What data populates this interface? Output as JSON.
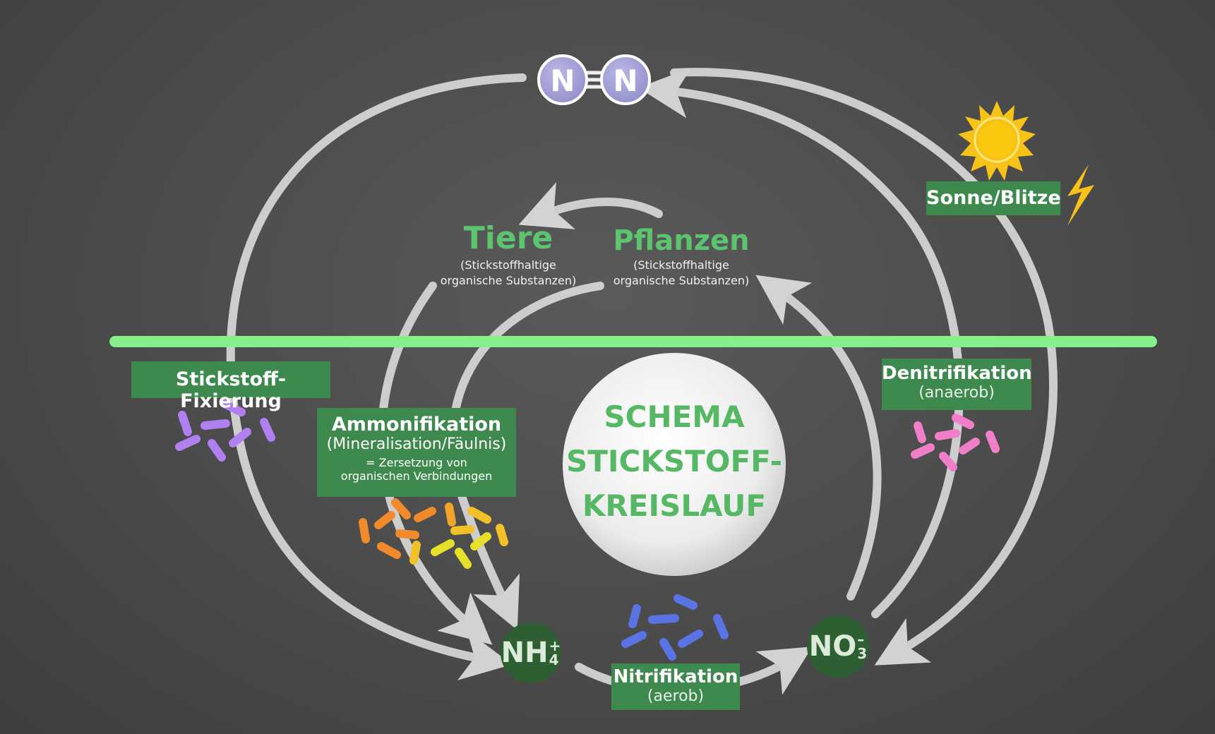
{
  "title": {
    "line1": "SCHEMA",
    "line2": "STICKSTOFF-",
    "line3": "KREISLAUF"
  },
  "n2": {
    "atom1": "N",
    "atom2": "N"
  },
  "organisms": {
    "animals": {
      "name": "Tiere",
      "desc1": "(Stickstoffhaltige",
      "desc2": "organische Substanzen)"
    },
    "plants": {
      "name": "Pflanzen",
      "desc1": "(Stickstoffhaltige",
      "desc2": "organische Substanzen)"
    }
  },
  "processes": {
    "fixation": {
      "title": "Stickstoff-Fixierung"
    },
    "ammonification": {
      "title": "Ammonifikation",
      "subtitle": "(Mineralisation/Fäulnis)",
      "note1": "= Zersetzung von",
      "note2": "organischen Verbindungen"
    },
    "denitrification": {
      "title": "Denitrifikation",
      "subtitle": "(anaerob)"
    },
    "nitrification": {
      "title": "Nitrifikation",
      "subtitle": "(aerob)"
    },
    "sun_lightning": {
      "title": "Sonne/Blitze"
    }
  },
  "ions": {
    "ammonium": {
      "base": "NH",
      "sup": "+",
      "sub": "4"
    },
    "nitrate": {
      "base": "NO",
      "sup": "–",
      "sub": "3"
    }
  },
  "colors": {
    "ground_line": "#86ee8a",
    "label_box": "#3e8a4e",
    "ion_circle": "#2e5f33",
    "n_atom": "#a8a6d8",
    "arrow": "#d8d8d8",
    "fixation_bacteria": "#b07ff0",
    "denitrification_bacteria": "#f07ec8",
    "nitrification_bacteria": "#5a74e6",
    "ammonification_bacteria": [
      "#f08a2a",
      "#f2c12a",
      "#e6e02a"
    ],
    "sun": "#f7c318",
    "lightning": "#f7c318"
  },
  "icons": [
    "sun-icon",
    "lightning-icon"
  ]
}
